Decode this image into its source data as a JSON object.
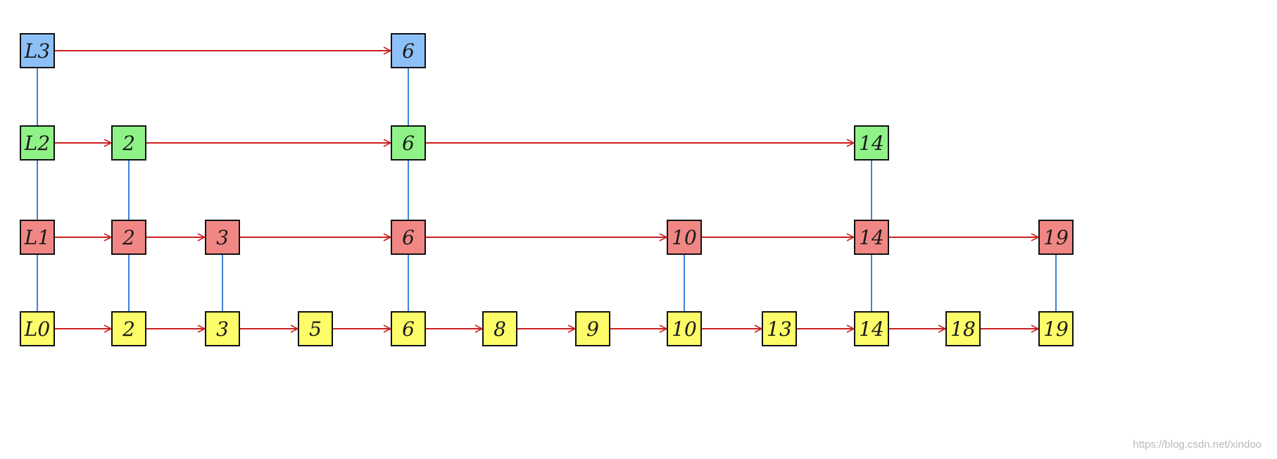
{
  "colors": {
    "L3": "#8ec0f8",
    "L2": "#8ff287",
    "L1": "#f08784",
    "L0": "#fdfd6a",
    "horizontal_arrow": "#cc1f1f",
    "vertical_link": "#3d83d9"
  },
  "levels": [
    {
      "id": "L3",
      "label": "L3",
      "color_key": "L3",
      "nodes": [
        "6"
      ]
    },
    {
      "id": "L2",
      "label": "L2",
      "color_key": "L2",
      "nodes": [
        "2",
        "6",
        "14"
      ]
    },
    {
      "id": "L1",
      "label": "L1",
      "color_key": "L1",
      "nodes": [
        "2",
        "3",
        "6",
        "10",
        "14",
        "19"
      ]
    },
    {
      "id": "L0",
      "label": "L0",
      "color_key": "L0",
      "nodes": [
        "2",
        "3",
        "5",
        "6",
        "8",
        "9",
        "10",
        "13",
        "14",
        "18",
        "19"
      ]
    }
  ],
  "watermark": "https://blog.csdn.net/xindoo"
}
